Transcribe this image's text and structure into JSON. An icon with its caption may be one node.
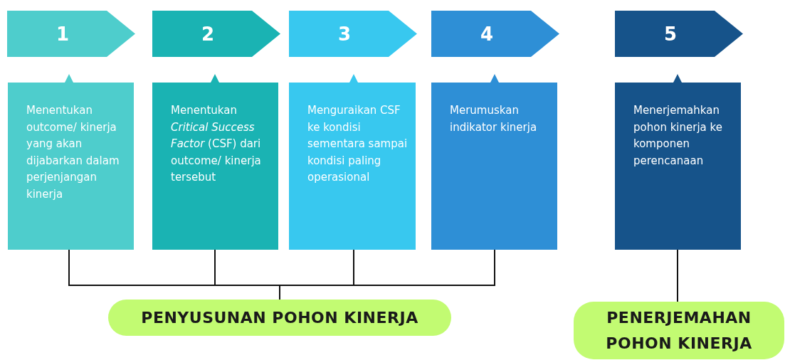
{
  "diagram": {
    "nodes": [
      {
        "text": [
          "1"
        ]
      },
      {
        "text": [
          "2"
        ]
      },
      {
        "text": [
          "3"
        ]
      },
      {
        "text": [
          "4"
        ]
      },
      {
        "text": [
          "5"
        ]
      },
      {
        "text": [
          "Menentukan outcome/ kinerja yang akan dijabarkan dalam perjenjangan kinerja"
        ]
      },
      {
        "text": [
          "Menentukan *Critical Success Factor* (CSF) dari outcome/ kinerja tersebut"
        ]
      },
      {
        "text": [
          "Menguraikan CSF ke kondisi sementara sampai kondisi paling operasional"
        ]
      },
      {
        "text": [
          "Merumuskan indikator kinerja"
        ]
      },
      {
        "text": [
          "Menerjemahkan pohon kinerja ke komponen perencanaan"
        ]
      },
      {
        "text": [
          "PENYUSUNAN POHON KINERJA"
        ]
      },
      {
        "text": [
          "PENERJEMAHAN POHON KINERJA"
        ]
      }
    ],
    "edges": [
      {
        "from": 5,
        "to": 10,
        "arrow": "none"
      },
      {
        "from": 6,
        "to": 10,
        "arrow": "none"
      },
      {
        "from": 7,
        "to": 10,
        "arrow": "none"
      },
      {
        "from": 8,
        "to": 10,
        "arrow": "none"
      },
      {
        "from": 9,
        "to": 11,
        "arrow": "none"
      }
    ]
  }
}
